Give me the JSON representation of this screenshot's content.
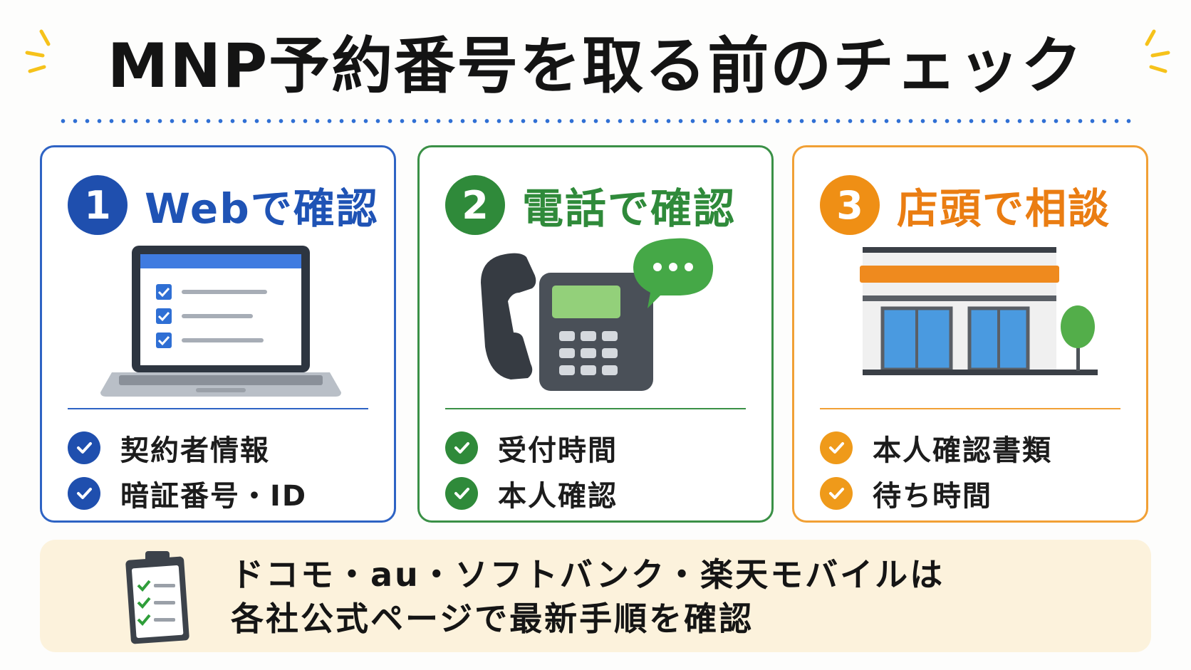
{
  "title": "MNP予約番号を取る前のチェック",
  "colors": {
    "blue": "#1f53b5",
    "green": "#2f8a3a",
    "orange": "#ef8f15",
    "accent_yellow": "#f6c21a"
  },
  "cards": [
    {
      "number": "1",
      "title": "Webで確認",
      "illustration": "laptop-checklist-icon",
      "checks": [
        "契約者情報",
        "暗証番号・ID"
      ]
    },
    {
      "number": "2",
      "title": "電話で確認",
      "illustration": "desk-phone-speech-bubble-icon",
      "checks": [
        "受付時間",
        "本人確認"
      ]
    },
    {
      "number": "3",
      "title": "店頭で相談",
      "illustration": "shop-storefront-icon",
      "checks": [
        "本人確認書類",
        "待ち時間"
      ]
    }
  ],
  "note": {
    "icon": "clipboard-checklist-icon",
    "line1": "ドコモ・au・ソフトバンク・楽天モバイルは",
    "line2": "各社公式ページで最新手順を確認"
  }
}
